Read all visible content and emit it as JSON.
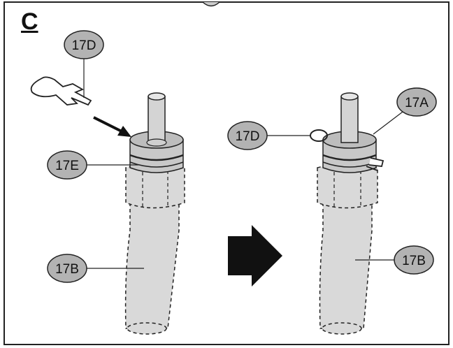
{
  "panel": {
    "letter": "C"
  },
  "callouts": {
    "clip_label": "17D",
    "left_nut_label": "17E",
    "left_hose_label": "17B",
    "right_clip_label": "17D",
    "right_top_label": "17A",
    "right_hose_label": "17B"
  },
  "colors": {
    "hose_fill": "#d9d9d9",
    "callout_fill": "#b3b3b3",
    "outline": "#222222",
    "arrow": "#111111"
  }
}
